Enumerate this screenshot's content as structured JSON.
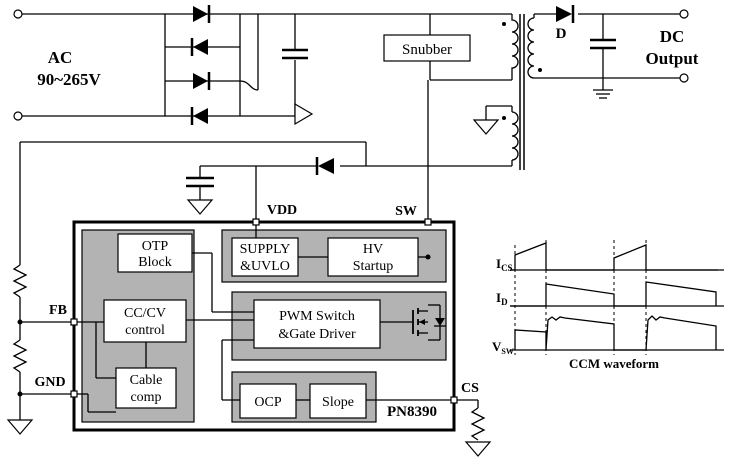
{
  "labels": {
    "ac_line1": "AC",
    "ac_line2": "90~265V",
    "dc_line1": "DC",
    "dc_line2": "Output",
    "diode_d": "D",
    "snubber": "Snubber",
    "vdd": "VDD",
    "sw": "SW",
    "fb": "FB",
    "gnd": "GND",
    "cs": "CS",
    "chip": "PN8390",
    "otp_line1": "OTP",
    "otp_line2": "Block",
    "supply_line1": "SUPPLY",
    "supply_line2": "&UVLO",
    "hv_line1": "HV",
    "hv_line2": "Startup",
    "cccv_line1": "CC/CV",
    "cccv_line2": "control",
    "pwm_line1": "PWM Switch",
    "pwm_line2": "&Gate Driver",
    "cable_line1": "Cable",
    "cable_line2": "comp",
    "ocp": "OCP",
    "slope": "Slope",
    "waveform_title": "CCM waveform",
    "ics_main": "I",
    "ics_sub": "CS",
    "id_main": "I",
    "id_sub": "D",
    "vsw_main": "V",
    "vsw_sub": "SW"
  }
}
